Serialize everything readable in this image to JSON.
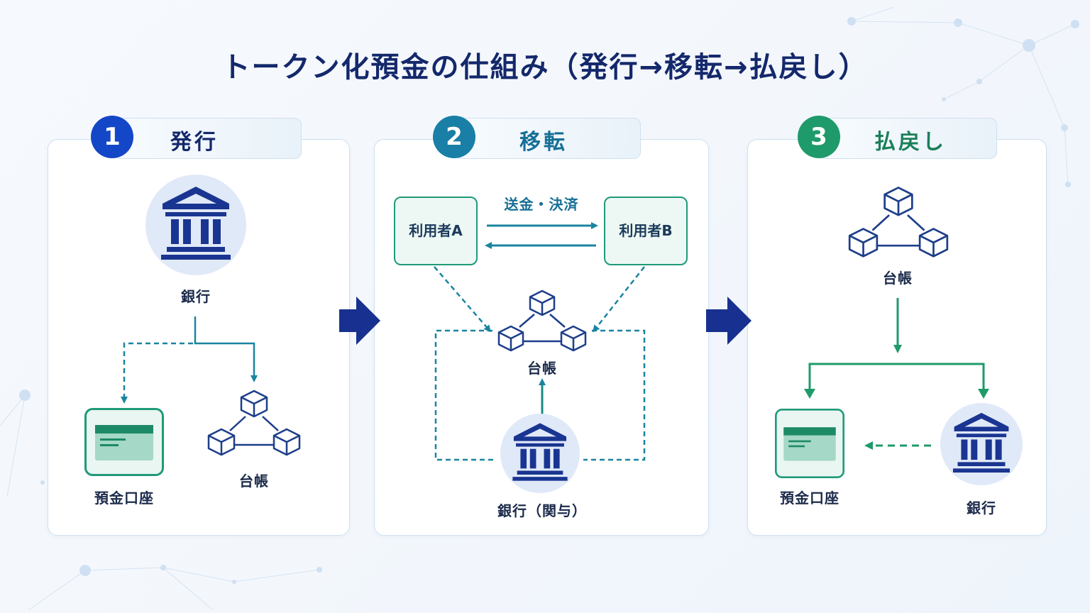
{
  "title": "トークン化預金の仕組み（発行→移転→払戻し）",
  "colors": {
    "navy": "#14286b",
    "blue": "#1447c8",
    "teal": "#1a84a0",
    "green": "#1f9a6a",
    "ledger": "#1d3e8a"
  },
  "steps": [
    {
      "number": "1",
      "label": "発行",
      "nodes": {
        "bank": "銀行",
        "deposit_account": "預金口座",
        "ledger": "台帳"
      }
    },
    {
      "number": "2",
      "label": "移転",
      "nodes": {
        "user_a": "利用者A",
        "user_b": "利用者B",
        "transfer_label": "送金・決済",
        "ledger": "台帳",
        "bank": "銀行（関与）"
      }
    },
    {
      "number": "3",
      "label": "払戻し",
      "nodes": {
        "ledger": "台帳",
        "deposit_account": "預金口座",
        "bank": "銀行"
      }
    }
  ],
  "icons": [
    "bank-icon",
    "ledger-blocks-icon",
    "deposit-card-icon",
    "chevron-right-arrow-icon"
  ]
}
